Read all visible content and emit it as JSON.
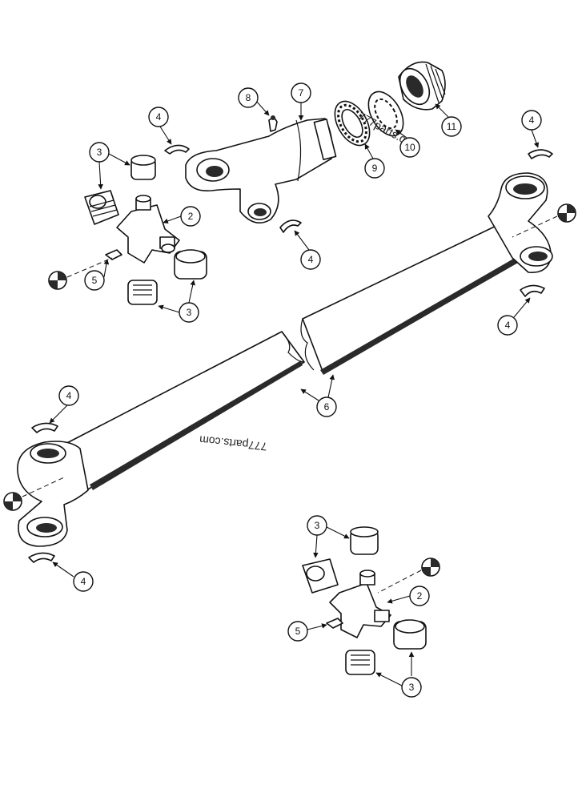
{
  "diagram": {
    "watermarks": [
      "777parts.com",
      "777parts.com"
    ],
    "callouts": [
      "2",
      "2",
      "3",
      "3",
      "3",
      "3",
      "4",
      "4",
      "4",
      "4",
      "4",
      "5",
      "5",
      "6",
      "7",
      "8",
      "9",
      "10",
      "11"
    ]
  }
}
